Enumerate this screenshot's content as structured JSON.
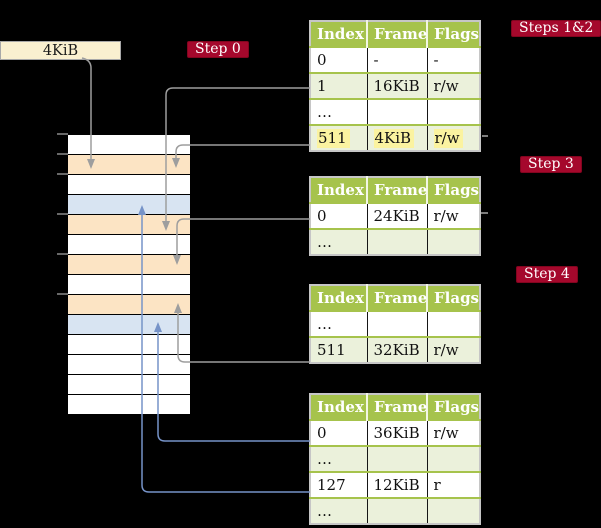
{
  "colors": {
    "background": "#000000",
    "crimson_label": "#A5082C",
    "olive_header": "#A6C34C",
    "light_green_row": "#EBF1DB",
    "yellow_highlight": "#FBF3A0",
    "cream_box": "#FAF0D0",
    "peach_page_table_frame": "#FCE4C4",
    "blue_mapped_frame": "#D8E4F2",
    "gray_arrow": "#9E9E9E",
    "blue_arrow": "#7693C8"
  },
  "cr3_box": {
    "label": "4KiB"
  },
  "labels": {
    "step0": "Step 0",
    "steps12": "Steps 1&2",
    "step3": "Step 3",
    "step4": "Step 4"
  },
  "memory_column": {
    "rows": [
      "free",
      "page-table",
      "free",
      "mapped-frame",
      "page-table",
      "free",
      "page-table",
      "free",
      "page-table",
      "mapped-frame",
      "free",
      "free",
      "free",
      "free"
    ]
  },
  "page_tables": [
    {
      "columns": [
        "Index",
        "Frame",
        "Flags"
      ],
      "rows": [
        {
          "index": "0",
          "frame": "-",
          "flags": "-"
        },
        {
          "index": "1",
          "frame": "16KiB",
          "flags": "r/w"
        },
        {
          "index": "…",
          "frame": "",
          "flags": ""
        },
        {
          "index": "511",
          "frame": "4KiB",
          "flags": "r/w"
        }
      ]
    },
    {
      "columns": [
        "Index",
        "Frame",
        "Flags"
      ],
      "rows": [
        {
          "index": "0",
          "frame": "24KiB",
          "flags": "r/w"
        },
        {
          "index": "…",
          "frame": "",
          "flags": ""
        }
      ]
    },
    {
      "columns": [
        "Index",
        "Frame",
        "Flags"
      ],
      "rows": [
        {
          "index": "…",
          "frame": "",
          "flags": ""
        },
        {
          "index": "511",
          "frame": "32KiB",
          "flags": "r/w"
        }
      ]
    },
    {
      "columns": [
        "Index",
        "Frame",
        "Flags"
      ],
      "rows": [
        {
          "index": "0",
          "frame": "36KiB",
          "flags": "r/w"
        },
        {
          "index": "…",
          "frame": "",
          "flags": ""
        },
        {
          "index": "127",
          "frame": "12KiB",
          "flags": "r"
        },
        {
          "index": "…",
          "frame": "",
          "flags": ""
        }
      ]
    }
  ]
}
